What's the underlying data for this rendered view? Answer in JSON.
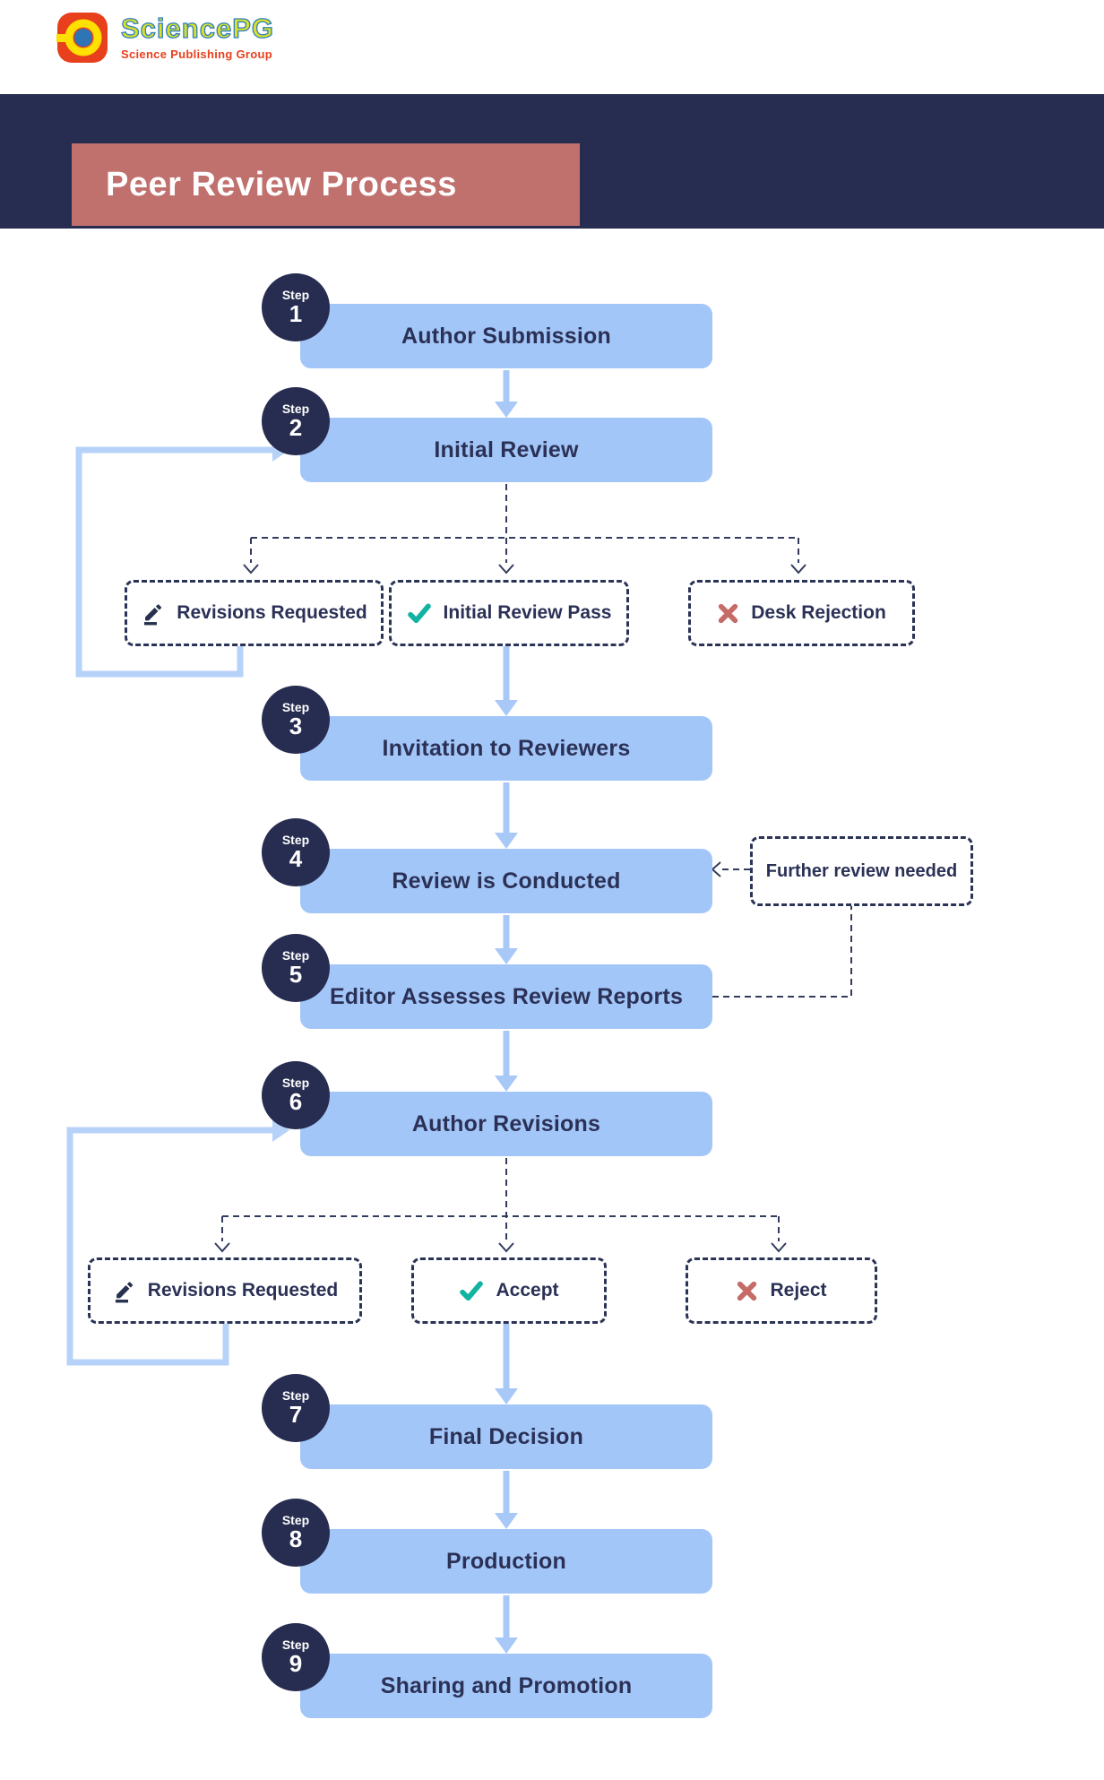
{
  "logo": {
    "brand": "SciencePG",
    "tagline": "Science Publishing Group"
  },
  "banner": {
    "title": "Peer Review Process"
  },
  "step_word": "Step",
  "steps": [
    {
      "num": "1",
      "label": "Author Submission"
    },
    {
      "num": "2",
      "label": "Initial Review"
    },
    {
      "num": "3",
      "label": "Invitation to Reviewers"
    },
    {
      "num": "4",
      "label": "Review is Conducted"
    },
    {
      "num": "5",
      "label": "Editor Assesses Review Reports"
    },
    {
      "num": "6",
      "label": "Author Revisions"
    },
    {
      "num": "7",
      "label": "Final Decision"
    },
    {
      "num": "8",
      "label": "Production"
    },
    {
      "num": "9",
      "label": "Sharing and Promotion"
    }
  ],
  "branch_after_initial_review": {
    "options": [
      {
        "icon": "pencil-icon",
        "label": "Revisions Requested"
      },
      {
        "icon": "check-icon",
        "label": "Initial Review Pass"
      },
      {
        "icon": "x-icon",
        "label": "Desk Rejection"
      }
    ]
  },
  "branch_after_author_revisions": {
    "options": [
      {
        "icon": "pencil-icon",
        "label": "Revisions Requested"
      },
      {
        "icon": "check-icon",
        "label": "Accept"
      },
      {
        "icon": "x-icon",
        "label": "Reject"
      }
    ]
  },
  "note": {
    "label": "Further review needed"
  },
  "colors": {
    "navy": "#272d50",
    "box_blue": "#a3c6f8",
    "arrow_blue": "#a8c9f7",
    "loop_blue": "#b7d2f9",
    "title_salmon": "#c0706d",
    "x_red": "#c56b68",
    "check_teal": "#13b3a1",
    "logo_red": "#e8401c",
    "logo_yellow": "#ffe000",
    "logo_blue_center": "#2e75b5"
  }
}
